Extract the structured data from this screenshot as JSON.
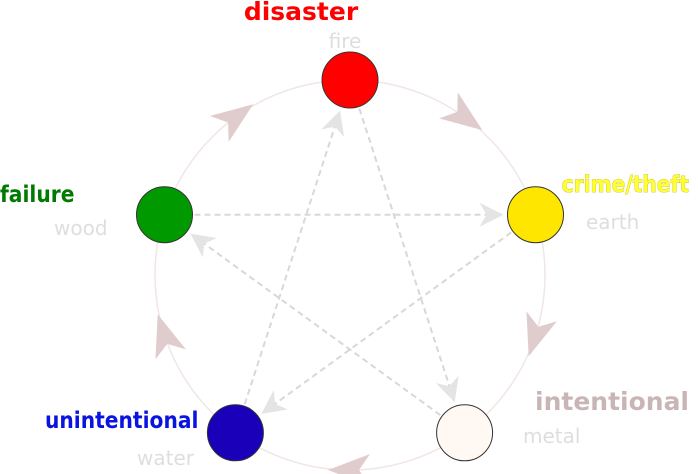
{
  "colors": {
    "ring": "#f0e6e6",
    "cycle_arrow": "#e0cccc",
    "star_line": "#d8d8d8",
    "star_arrow": "#e4e4e4",
    "element_text": "#dedede",
    "node_stroke": "#333333"
  },
  "nodes": [
    {
      "id": "fire",
      "label": "disaster",
      "element": "fire",
      "fill": "#ff0000",
      "label_color": "#ff0000"
    },
    {
      "id": "earth",
      "label": "crime/theft",
      "element": "earth",
      "fill": "#ffe600",
      "label_color": "#ffff33"
    },
    {
      "id": "metal",
      "label": "intentional",
      "element": "metal",
      "fill": "#fff8f3",
      "label_color": "#c9b5b5"
    },
    {
      "id": "water",
      "label": "unintentional",
      "element": "water",
      "fill": "#1a00b8",
      "label_color": "#0a14e0"
    },
    {
      "id": "wood",
      "label": "failure",
      "element": "wood",
      "fill": "#009a00",
      "label_color": "#007a00"
    }
  ],
  "cycle_edges": [
    {
      "from": "fire",
      "to": "earth"
    },
    {
      "from": "earth",
      "to": "metal"
    },
    {
      "from": "metal",
      "to": "water"
    },
    {
      "from": "water",
      "to": "wood"
    },
    {
      "from": "wood",
      "to": "fire"
    }
  ],
  "star_edges": [
    {
      "from": "fire",
      "to": "metal"
    },
    {
      "from": "metal",
      "to": "wood"
    },
    {
      "from": "wood",
      "to": "earth"
    },
    {
      "from": "earth",
      "to": "water"
    },
    {
      "from": "water",
      "to": "fire"
    }
  ]
}
